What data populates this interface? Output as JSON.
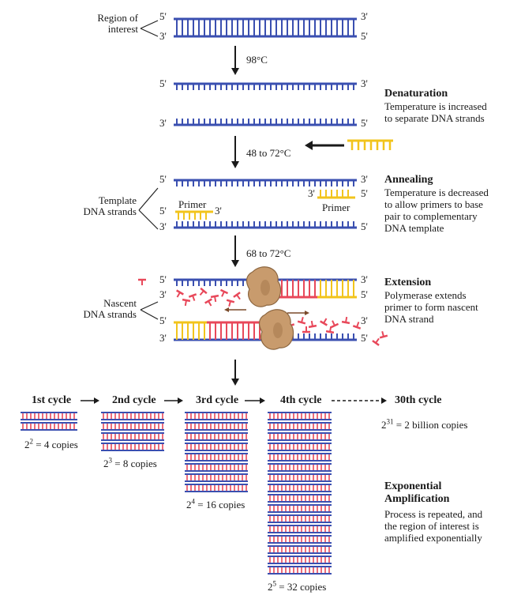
{
  "colors": {
    "blue": "#3a4fb0",
    "red": "#e8485a",
    "yellow": "#f2c41c",
    "enzyme": "#c89b6d",
    "enzyme_dark": "#8c6640",
    "arrow": "#1a1a1a"
  },
  "labels": {
    "region_of_interest": [
      "Region of",
      "interest"
    ],
    "template_strands": [
      "Template",
      "DNA strands"
    ],
    "nascent_strands": [
      "Nascent",
      "DNA strands"
    ],
    "primer": "Primer",
    "five_prime": "5'",
    "three_prime": "3'"
  },
  "temps": {
    "denature": "98°C",
    "anneal": "48 to 72°C",
    "extend": "68 to 72°C"
  },
  "steps": [
    {
      "title": "Denaturation",
      "text": [
        "Temperature is increased",
        "to separate DNA strands"
      ]
    },
    {
      "title": "Annealing",
      "text": [
        "Temperature is decreased",
        "to allow primers to base",
        "pair to complementary",
        "DNA template"
      ]
    },
    {
      "title": "Extension",
      "text": [
        "Polymerase extends",
        "primer to form nascent",
        "DNA strand"
      ]
    }
  ],
  "cycles": [
    {
      "label": "1st cycle",
      "copies_base": "2",
      "exp": "2",
      "copies_text": " = 4 copies"
    },
    {
      "label": "2nd cycle",
      "copies_base": "2",
      "exp": "3",
      "copies_text": " = 8 copies"
    },
    {
      "label": "3rd cycle",
      "copies_base": "2",
      "exp": "4",
      "copies_text": " = 16 copies"
    },
    {
      "label": "4th cycle",
      "copies_base": "2",
      "exp": "5",
      "copies_text": " = 32 copies"
    }
  ],
  "final_cycle": {
    "label": "30th cycle",
    "copies_base": "2",
    "exp": "31",
    "copies_text": " = 2 billion copies"
  },
  "amplification": {
    "title": [
      "Exponential",
      "Amplification"
    ],
    "text": [
      "Process is repeated, and",
      "the region of interest is",
      "amplified exponentially"
    ]
  }
}
